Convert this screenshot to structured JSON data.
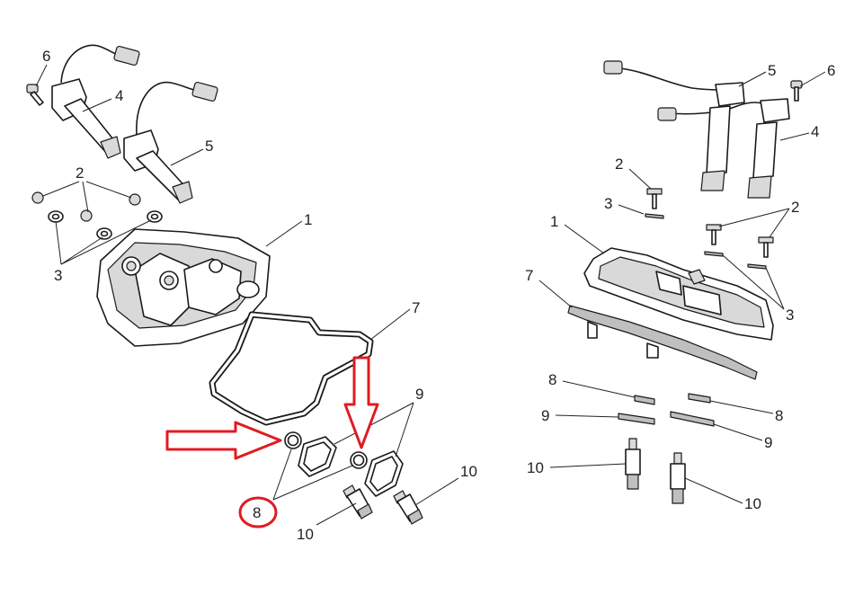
{
  "labels": {
    "left": {
      "l6": "6",
      "l4": "4",
      "l5": "5",
      "l2": "2",
      "l3": "3",
      "l1": "1",
      "l7": "7",
      "l9": "9",
      "l8": "8",
      "l10a": "10",
      "l10b": "10"
    },
    "right": {
      "r5": "5",
      "r6": "6",
      "r4": "4",
      "r2a": "2",
      "r3a": "3",
      "r2b": "2",
      "r1": "1",
      "r7": "7",
      "r3b": "3",
      "r8a": "8",
      "r8b": "8",
      "r9a": "9",
      "r9b": "9",
      "r10a": "10",
      "r10b": "10"
    }
  },
  "highlight": {
    "color": "#e01b22",
    "circled_part": "8"
  }
}
